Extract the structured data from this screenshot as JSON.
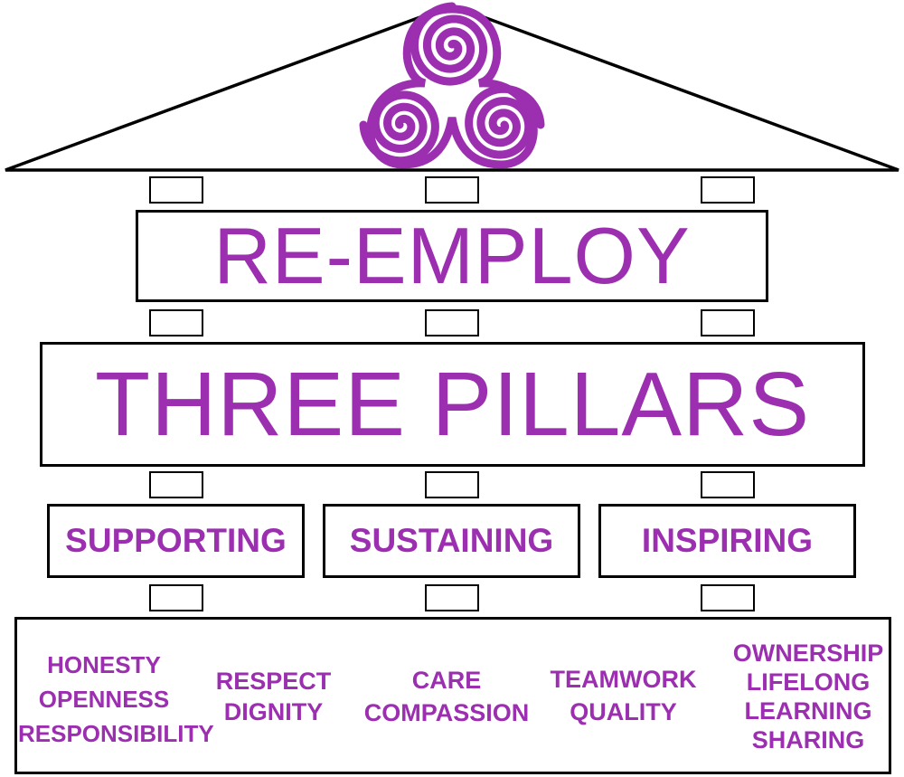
{
  "brand_color": "#9b2fb0",
  "outline_color": "#000000",
  "title_line_1": "RE-EMPLOY",
  "title_line_2": "THREE PILLARS",
  "pillars": [
    {
      "label": "SUPPORTING"
    },
    {
      "label": "SUSTAINING"
    },
    {
      "label": "INSPIRING"
    }
  ],
  "values": [
    {
      "lines": [
        "HONESTY",
        "OPENNESS",
        "RESPONSIBILITY"
      ]
    },
    {
      "lines": [
        "RESPECT",
        "DIGNITY"
      ]
    },
    {
      "lines": [
        "CARE",
        "COMPASSION"
      ]
    },
    {
      "lines": [
        "TEAMWORK",
        "QUALITY"
      ]
    },
    {
      "lines": [
        "OWNERSHIP",
        "LIFELONG",
        "LEARNING",
        "SHARING"
      ]
    }
  ],
  "roof_icon": "triskele-spiral-icon"
}
